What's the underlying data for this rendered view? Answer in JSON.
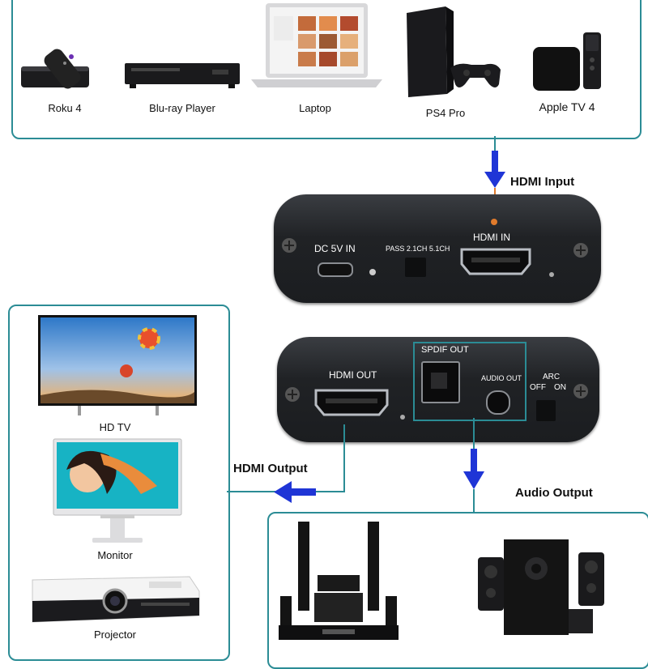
{
  "sources": {
    "items": [
      {
        "label": "Roku 4"
      },
      {
        "label": "Blu-ray Player"
      },
      {
        "label": "Laptop"
      },
      {
        "label": "PS4 Pro"
      },
      {
        "label": "Apple TV 4"
      }
    ]
  },
  "flow": {
    "hdmi_input": "HDMI Input",
    "hdmi_output": "HDMI Output",
    "audio_output": "Audio Output"
  },
  "device_input_side": {
    "dc_label": "DC 5V IN",
    "pass_label": "PASS 2.1CH 5.1CH",
    "hdmi_in_label": "HDMI IN"
  },
  "device_output_side": {
    "hdmi_out_label": "HDMI OUT",
    "spdif_label": "SPDIF OUT",
    "audio_out_label": "AUDIO OUT",
    "arc_label": "ARC",
    "arc_off": "OFF",
    "arc_on": "ON"
  },
  "displays": {
    "items": [
      {
        "label": "HD TV"
      },
      {
        "label": "Monitor"
      },
      {
        "label": "Projector"
      }
    ]
  },
  "colors": {
    "panel_border": "#2b8c95",
    "arrow": "#1f35d6",
    "device_body": "#26292d"
  }
}
